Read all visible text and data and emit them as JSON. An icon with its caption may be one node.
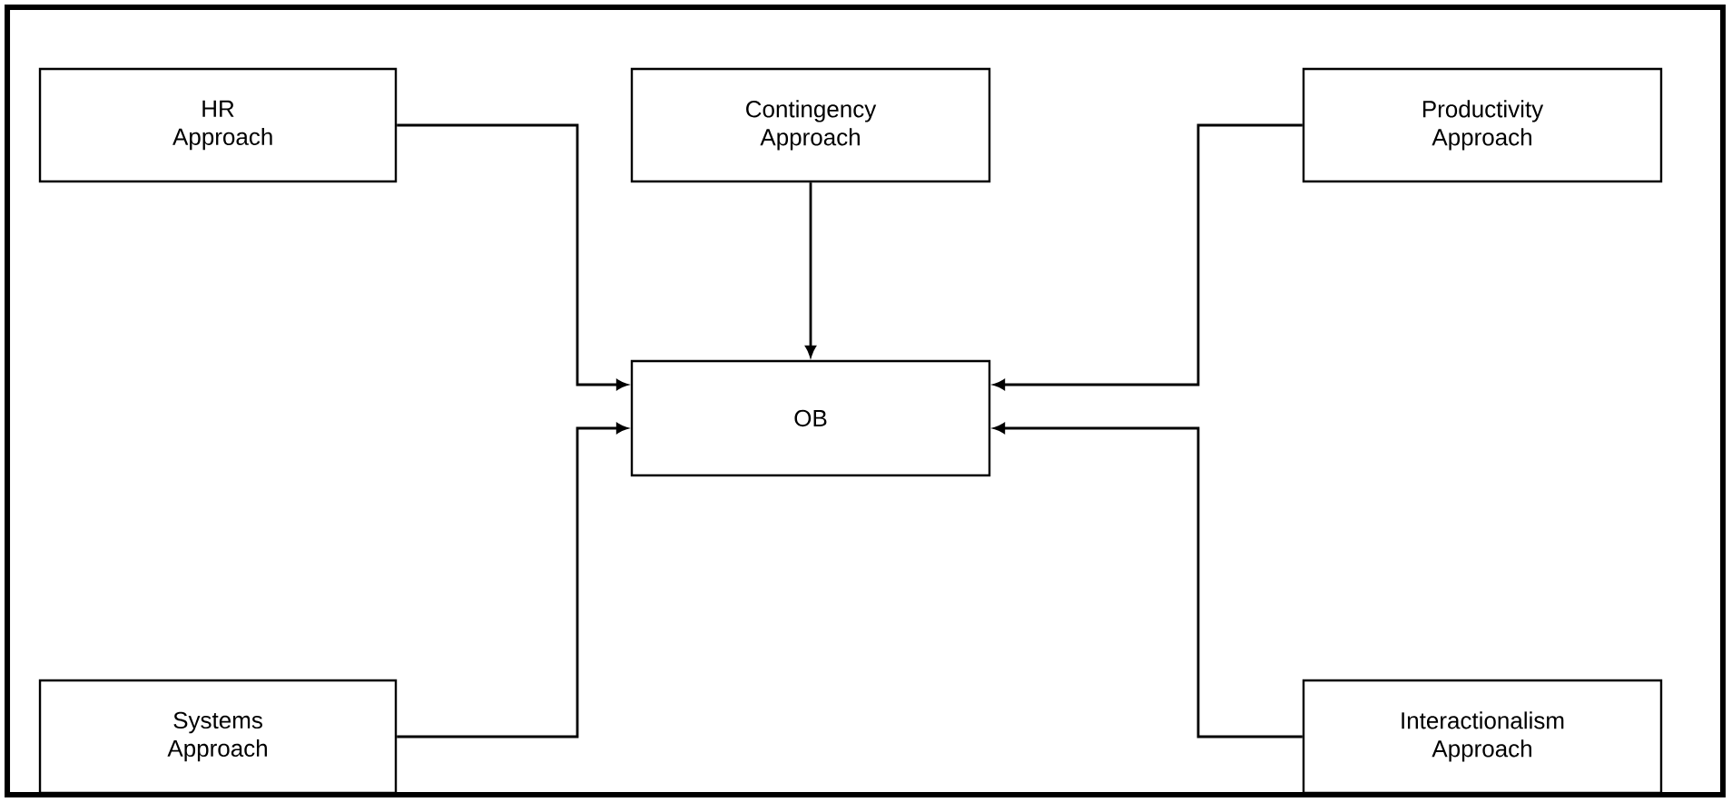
{
  "diagram": {
    "nodes": [
      {
        "text": [
          "HR Approach"
        ]
      },
      {
        "text": [
          "Contingency Approach"
        ]
      },
      {
        "text": [
          "Productivity Approach"
        ]
      },
      {
        "text": [
          "OB"
        ]
      },
      {
        "text": [
          "Systems Approach"
        ]
      },
      {
        "text": [
          "Interactionalism Approach"
        ]
      }
    ],
    "edges": [
      {
        "from": 0,
        "to": 3,
        "arrow": "to"
      },
      {
        "from": 1,
        "to": 3,
        "arrow": "to"
      },
      {
        "from": 2,
        "to": 3,
        "arrow": "to"
      },
      {
        "from": 4,
        "to": 3,
        "arrow": "to"
      },
      {
        "from": 5,
        "to": 3,
        "arrow": "to"
      }
    ]
  }
}
